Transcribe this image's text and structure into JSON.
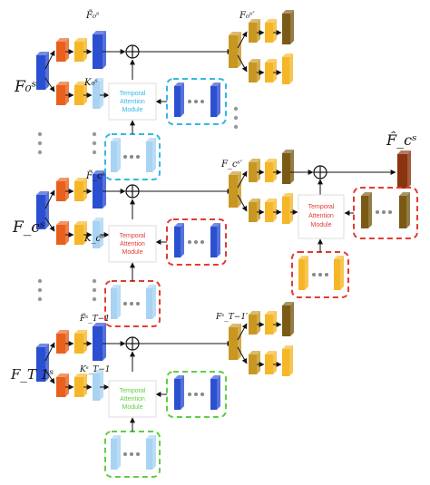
{
  "labels": {
    "f0s": "F₀ˢ",
    "f0s_tilde": "F̃₀ˢ",
    "k0s": "K₀ˢ",
    "f0s_prime": "F₀ˢ′",
    "fcs": "F_cˢ",
    "fcs_tilde": "F̃_cˢ",
    "kcs": "K_cˢ",
    "fcs_prime": "F_cˢ′",
    "fts": "F_T 1ˢ",
    "fts_tilde": "F̃ˢ_T−1",
    "kts": "Kˢ_T−1",
    "fts_prime": "Fˢ_T−1′",
    "fhat": "F̂_cˢ"
  },
  "modules": {
    "line1": "Temporal",
    "line2": "Attention",
    "line3": "Module"
  },
  "ellipsis": "• • •",
  "colors": {
    "orange": "#e8601c",
    "yellow": "#f5b727",
    "blue": "#2b4fd1",
    "lightblue": "#a9d3f2",
    "olive": "#7a5a15",
    "gold": "#c89722",
    "cyan_module": "#33b7e5",
    "red_module": "#e33b32",
    "green_module": "#5fcf41",
    "dark_out": "#8a3410"
  }
}
